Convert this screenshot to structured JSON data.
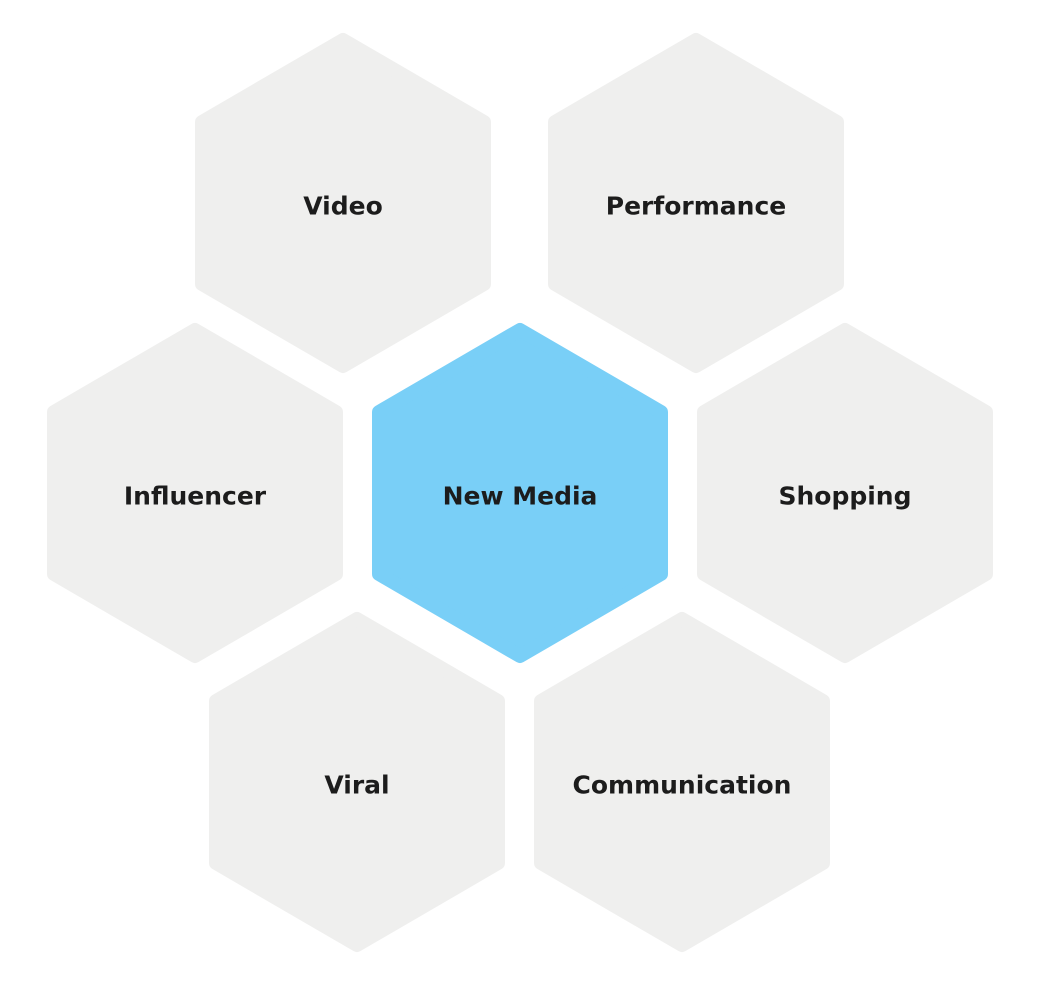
{
  "colors": {
    "center": "#79cff7",
    "outer": "#efefee",
    "text": "#1c1c1c"
  },
  "center": {
    "label": "New Media"
  },
  "nodes": [
    {
      "label": "Video"
    },
    {
      "label": "Performance"
    },
    {
      "label": "Influencer"
    },
    {
      "label": "Shopping"
    },
    {
      "label": "Viral"
    },
    {
      "label": "Communication"
    }
  ]
}
